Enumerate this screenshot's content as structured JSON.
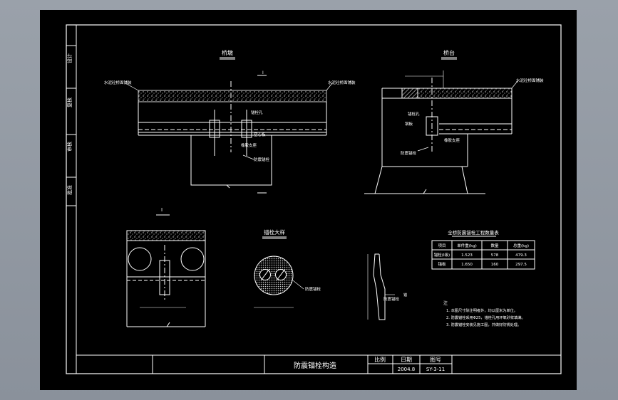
{
  "drawing": {
    "title": "防震锚栓构造",
    "ratio_label": "比例",
    "date_label": "日期",
    "sheet_label": "图号",
    "date_value": "2004.8",
    "sheet_value": "SY-3-11"
  },
  "views": {
    "pier_label": "桥墩",
    "abutment_label": "桥台",
    "bolt_label": "锚栓大样",
    "section_mark": "I",
    "anchor_mark": "锚"
  },
  "callouts": {
    "deck_left": "水泥砼桥面铺装",
    "deck_right": "水泥砼桥面铺装",
    "abut_deck": "水泥砼桥面铺装",
    "bolt_hole": "锚栓孔",
    "bearing": "橡胶支座",
    "anchor_bolt": "防震锚栓",
    "beam": "空心板",
    "rebar": "钢板"
  },
  "table": {
    "title": "全桥防震锚栓工程数量表",
    "headers": [
      "项目",
      "单件重(kg)",
      "数量",
      "总重(kg)"
    ],
    "rows": [
      [
        "锚栓(I级)",
        "1.523",
        "578",
        "479.3"
      ],
      [
        "锚板",
        "1.650",
        "160",
        "297.5"
      ]
    ]
  },
  "notes": {
    "heading": "注",
    "lines": [
      "1. 本图尺寸除注明者外，均以厘米为单位。",
      "2. 防震锚栓采用Φ25，锚栓孔用环氧砂浆填满。",
      "3. 防震锚栓安装见施工图，并做好防锈处理。"
    ]
  },
  "side_labels": [
    "设计",
    "复核",
    "审核",
    "批准"
  ],
  "colors": {
    "paper": "#000000",
    "line": "#ffffff",
    "hatch": "#cfcfcf",
    "window": "#8f96a0"
  }
}
